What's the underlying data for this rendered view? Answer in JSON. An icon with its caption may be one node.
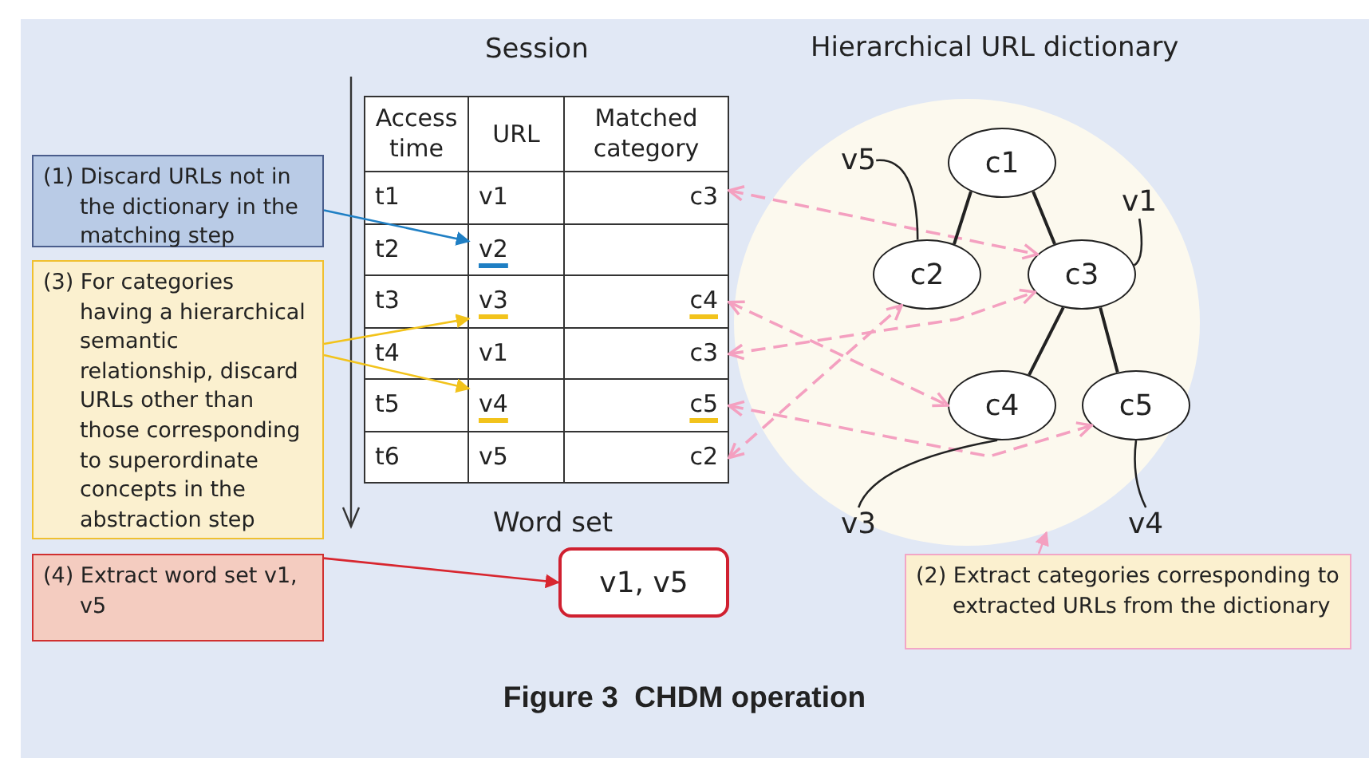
{
  "diagram": {
    "caption": "Figure 3  CHDM operation",
    "nodes": [
      {
        "text": [
          "(1) Discard URLs not in the dictionary in the matching step"
        ]
      },
      {
        "text": [
          "(3) For categories having a hierarchical semantic relationship, discard URLs other than those corresponding to superordinate concepts in the abstraction step"
        ]
      },
      {
        "text": [
          "Session"
        ]
      },
      {
        "text": [
          "c3"
        ],
        "in": 2
      },
      {
        "text": [
          "v2"
        ],
        "in": 2
      },
      {
        "text": [
          "v3"
        ],
        "in": 2
      },
      {
        "text": [
          "c4"
        ],
        "in": 2
      },
      {
        "text": [
          "c3"
        ],
        "in": 2
      },
      {
        "text": [
          "v4"
        ],
        "in": 2
      },
      {
        "text": [
          "c5"
        ],
        "in": 2
      },
      {
        "text": [
          "c2"
        ],
        "in": 2
      },
      {
        "text": [],
        "shape": "ellipse"
      },
      {
        "text": [
          "c1"
        ],
        "in": 11
      },
      {
        "text": [
          "v5"
        ],
        "in": 11
      },
      {
        "text": [
          "v1"
        ],
        "in": 11
      },
      {
        "text": [
          "c2"
        ],
        "in": 11
      },
      {
        "text": [
          "c3"
        ],
        "in": 11
      },
      {
        "text": [
          "c4"
        ],
        "in": 11
      },
      {
        "text": [
          "c5"
        ],
        "in": 11
      },
      {
        "text": [
          "v3"
        ],
        "in": 11
      },
      {
        "text": [
          "v4"
        ],
        "in": 11
      },
      {
        "text": [
          "Word set",
          "v1, v5"
        ]
      },
      {
        "text": [
          "(4) Extract word set v1, v5"
        ]
      },
      {
        "text": [
          "(2) Extract categories corresponding to extracted URLs from the dictionary"
        ]
      }
    ],
    "edges": [
      {
        "from": 0,
        "to": 4,
        "arrow": "to",
        "color": "#1f7fc4"
      },
      {
        "from": 1,
        "to": 5,
        "arrow": "to",
        "color": "#f2c31b"
      },
      {
        "from": 1,
        "to": 8,
        "arrow": "to",
        "color": "#f2c31b"
      },
      {
        "from": 3,
        "to": 16,
        "arrow": "both",
        "style": "dashed",
        "color": "#f4a0c0"
      },
      {
        "from": 6,
        "to": 17,
        "arrow": "both",
        "style": "dashed",
        "color": "#f4a0c0"
      },
      {
        "from": 7,
        "to": 16,
        "arrow": "both",
        "style": "dashed",
        "color": "#f4a0c0"
      },
      {
        "from": 9,
        "to": 18,
        "arrow": "both",
        "style": "dashed",
        "color": "#f4a0c0"
      },
      {
        "from": 10,
        "to": 15,
        "arrow": "both",
        "style": "dashed",
        "color": "#f4a0c0"
      },
      {
        "from": 12,
        "to": 15,
        "arrow": "none"
      },
      {
        "from": 12,
        "to": 16,
        "arrow": "none"
      },
      {
        "from": 16,
        "to": 17,
        "arrow": "none"
      },
      {
        "from": 16,
        "to": 18,
        "arrow": "none"
      },
      {
        "from": 13,
        "to": 15,
        "arrow": "none"
      },
      {
        "from": 14,
        "to": 16,
        "arrow": "none"
      },
      {
        "from": 19,
        "to": 17,
        "arrow": "none"
      },
      {
        "from": 20,
        "to": 18,
        "arrow": "none"
      },
      {
        "from": 22,
        "to": 21,
        "arrow": "to",
        "color": "#d8262f"
      },
      {
        "from": 23,
        "to": 11,
        "arrow": "to",
        "color": "#f4a0c0"
      }
    ],
    "labels": [
      "Hierarchical URL dictionary",
      "Access time",
      "URL",
      "Matched category",
      "t1",
      "v1",
      "t2",
      "t3",
      "t4",
      "v1",
      "t5",
      "t6",
      "v5"
    ]
  }
}
